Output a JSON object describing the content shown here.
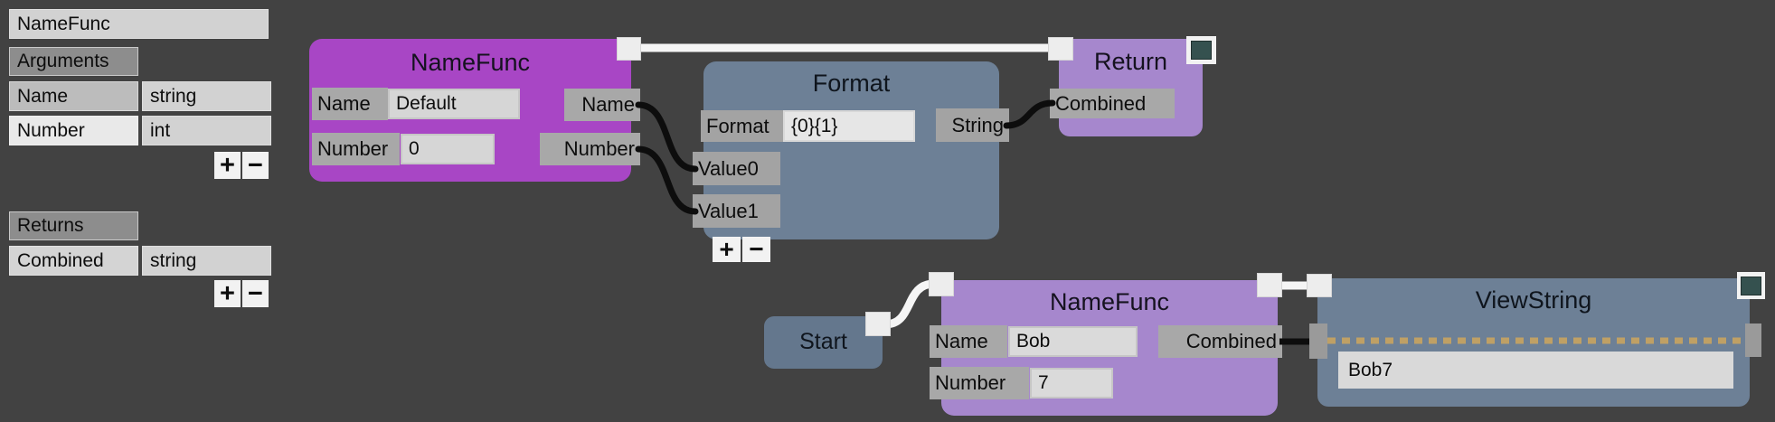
{
  "colors": {
    "background": "#424242",
    "node_purple_vivid": "#a846c5",
    "node_purple_light": "#a687cd",
    "node_bluegray": "#6d8096",
    "node_bluegray_dark": "#64778d",
    "port_label_gray": "#a8a8a8",
    "exec_pin_white": "#ededed",
    "wire_exec_white": "#f5f5f5",
    "wire_data_black": "#0d0d0d",
    "wire_dashed_tan": "#bfa065",
    "corner_square_teal": "#35514f"
  },
  "left_panel": {
    "function_name": "NameFunc",
    "arguments_header": "Arguments",
    "argument_rows": [
      {
        "name": "Name",
        "type": "string"
      },
      {
        "name": "Number",
        "type": "int"
      }
    ],
    "returns_header": "Returns",
    "return_rows": [
      {
        "name": "Combined",
        "type": "string"
      }
    ],
    "add_button": "+",
    "remove_button": "−"
  },
  "nodes": {
    "name_func_def": {
      "title": "NameFunc",
      "fields": [
        {
          "label": "Name",
          "value": "Default"
        },
        {
          "label": "Number",
          "value": "0"
        }
      ],
      "outputs": [
        {
          "label": "Name"
        },
        {
          "label": "Number"
        }
      ]
    },
    "format": {
      "title": "Format",
      "field_label": "Format",
      "field_value": "{0}{1}",
      "inputs": [
        {
          "label": "Value0"
        },
        {
          "label": "Value1"
        }
      ],
      "output_label": "String",
      "add_button": "+",
      "remove_button": "−"
    },
    "return_node": {
      "title": "Return",
      "input_label": "Combined"
    },
    "start": {
      "title": "Start"
    },
    "name_func_call": {
      "title": "NameFunc",
      "fields": [
        {
          "label": "Name",
          "value": "Bob"
        },
        {
          "label": "Number",
          "value": "7"
        }
      ],
      "output_label": "Combined"
    },
    "view_string": {
      "title": "ViewString",
      "value": "Bob7"
    }
  }
}
